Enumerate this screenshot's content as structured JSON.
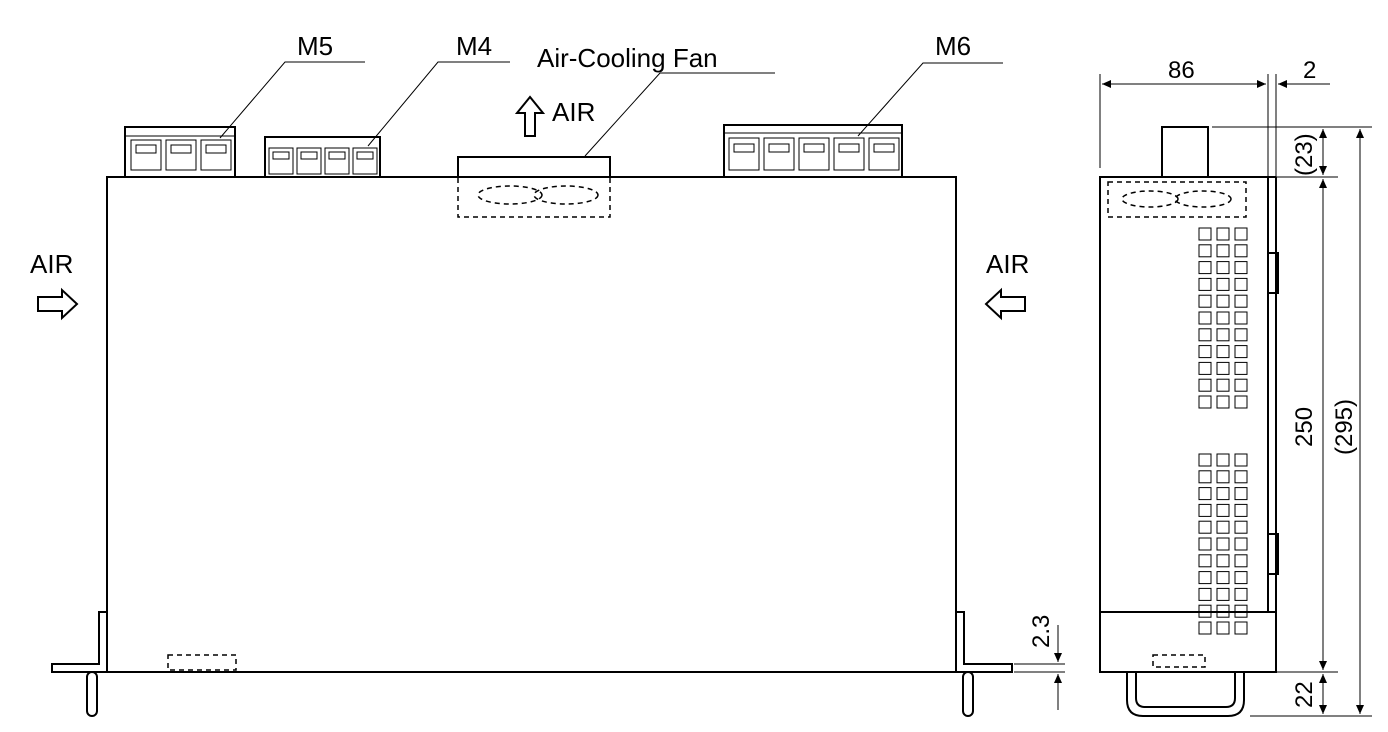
{
  "labels": {
    "m5": "M5",
    "m4": "M4",
    "fan": "Air-Cooling Fan",
    "m6": "M6",
    "air_top": "AIR",
    "air_left": "AIR",
    "air_right": "AIR"
  },
  "dimensions": {
    "width": "86",
    "gap": "2",
    "fan_height": "(23)",
    "body_height": "250",
    "total_height": "(295)",
    "handle_height": "22",
    "flange": "2.3"
  }
}
